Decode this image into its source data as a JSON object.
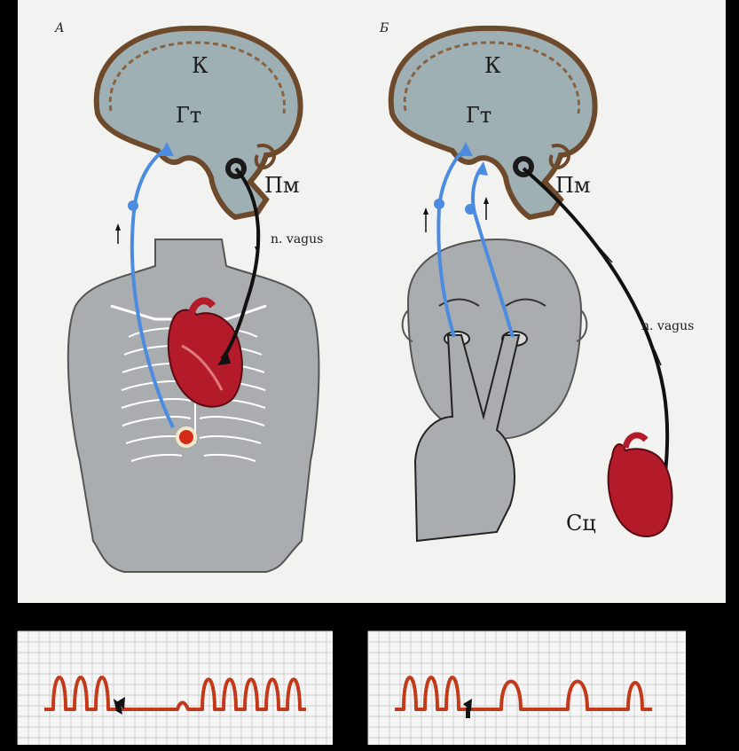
{
  "panels": [
    {
      "letter": "А",
      "cortex": "К",
      "hypothalamus": "Гт",
      "medulla": "Пм",
      "nerve": "n. vagus"
    },
    {
      "letter": "Б",
      "cortex": "К",
      "hypothalamus": "Гт",
      "medulla": "Пм",
      "nerve": "n. vagus",
      "heart": "Сц"
    }
  ],
  "colors": {
    "background": "#000000",
    "panel": "#f2f2f0",
    "brain_fill": "#9fb0b4",
    "brain_gyri": "#7a5a3c",
    "body": "#a9adb0",
    "afferent": "#4b8be0",
    "efferent": "#111111",
    "heart": "#b31b2a",
    "ecg_trace": "#c23a1a",
    "ecg_grid": "#c9c9c9"
  },
  "icons": [
    "brain-icon",
    "torso-icon",
    "heart-icon",
    "face-icon",
    "hand-icon",
    "arrow-icon"
  ]
}
